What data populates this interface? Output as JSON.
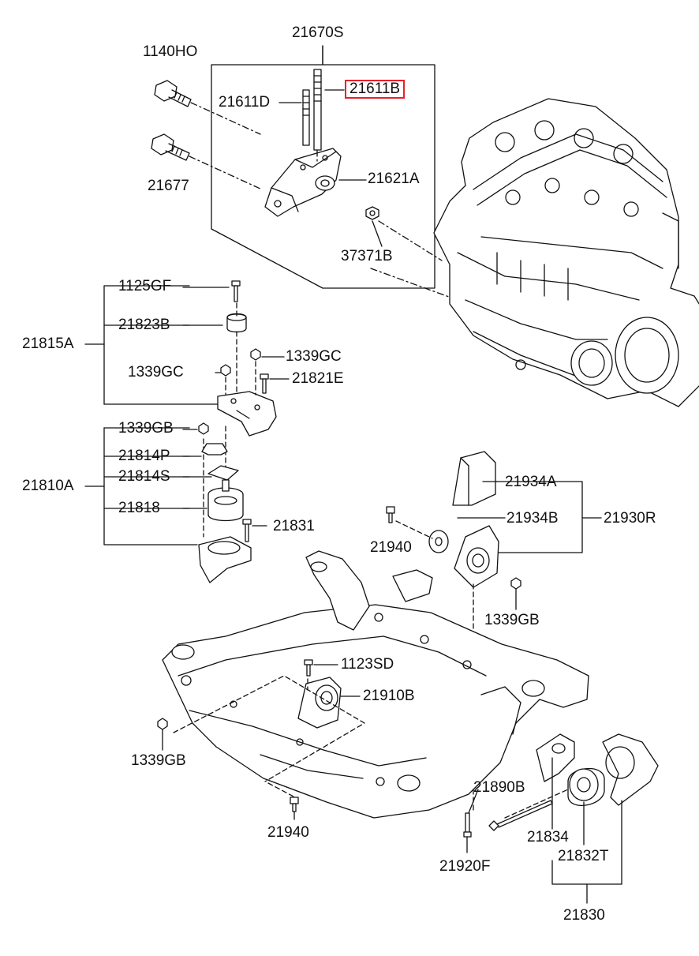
{
  "colors": {
    "line": "#111111",
    "highlight": "#e8202a",
    "fill": "#ffffff"
  },
  "labels": {
    "p21670S": "21670S",
    "p1140HO": "1140HO",
    "p21611D": "21611D",
    "p21611B": "21611B",
    "p21677": "21677",
    "p21621A": "21621A",
    "p37371B": "37371B",
    "p1125GF": "1125GF",
    "p21823B": "21823B",
    "p21815A": "21815A",
    "p1339GC_right": "1339GC",
    "p1339GC_left": "1339GC",
    "p21821E": "21821E",
    "p1339GB_top": "1339GB",
    "p21814P": "21814P",
    "p21810A": "21810A",
    "p21814S": "21814S",
    "p21818": "21818",
    "p21831": "21831",
    "p21934A": "21934A",
    "p21934B": "21934B",
    "p21930R": "21930R",
    "p21940_top": "21940",
    "p1339GB_right": "1339GB",
    "p1123SD": "1123SD",
    "p21910B": "21910B",
    "p1339GB_left": "1339GB",
    "p21890B": "21890B",
    "p21940_bottom": "21940",
    "p21834": "21834",
    "p21832T": "21832T",
    "p21920F": "21920F",
    "p21830": "21830"
  },
  "highlighted_part": "21611B"
}
